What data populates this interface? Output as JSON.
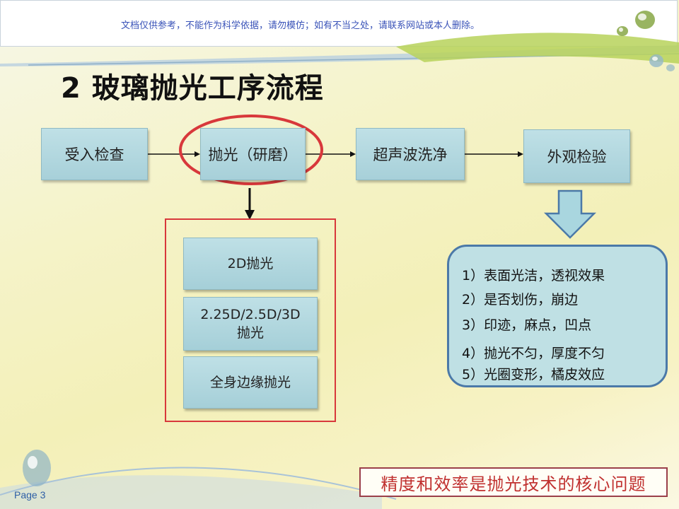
{
  "header": {
    "disclaimer": "文档仅供参考，不能作为科学依据，请勿模仿；如有不当之处，请联系网站或本人删除。"
  },
  "title": "2 玻璃抛光工序流程",
  "flow": {
    "steps": [
      {
        "label": "受入检查"
      },
      {
        "label": "抛光（研磨）"
      },
      {
        "label": "超声波洗净"
      },
      {
        "label": "外观检验"
      }
    ],
    "polish_types": [
      {
        "line1": "2D抛光",
        "line2": ""
      },
      {
        "line1": "2.25D/2.5D/3D",
        "line2": "抛光"
      },
      {
        "line1": "全身边缘抛光",
        "line2": ""
      }
    ]
  },
  "inspection_items": [
    "1）表面光洁，透视效果",
    "2）是否划伤，崩边",
    "3）印迹，麻点，凹点",
    "4）抛光不匀，厚度不匀",
    "5）光圈变形，橘皮效应"
  ],
  "core_message": "精度和效率是抛光技术的核心问题",
  "page_label": "Page 3",
  "colors": {
    "box_fill": "#a7d0d9",
    "highlight_red": "#d8383b",
    "callout_border": "#4b79a8",
    "core_text": "#c0302f"
  }
}
